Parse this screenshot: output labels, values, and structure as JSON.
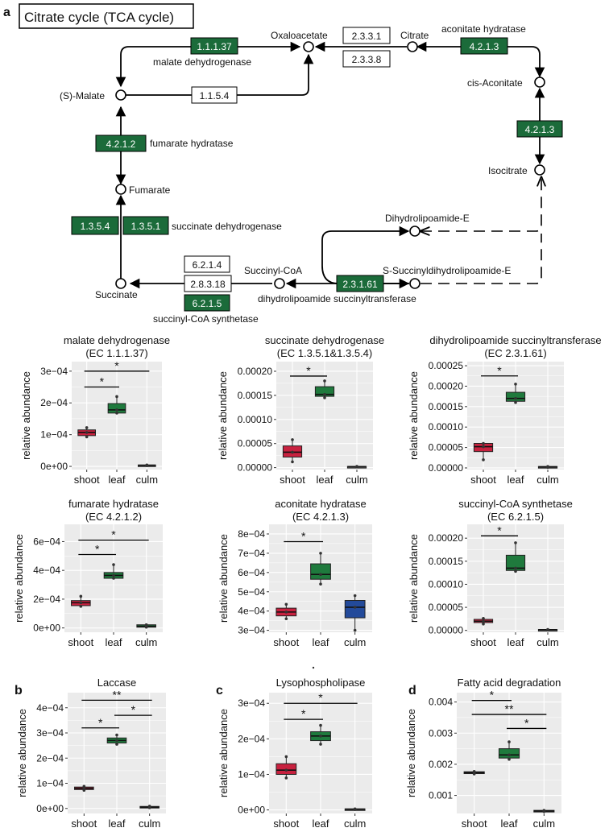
{
  "panel_letters": {
    "a": "a",
    "b": "b",
    "c": "c",
    "d": "d"
  },
  "pathway": {
    "title": "Citrate cycle (TCA cycle)",
    "compounds": {
      "oxaloacetate": "Oxaloacetate",
      "citrate": "Citrate",
      "cis_aconitate": "cis-Aconitate",
      "isocitrate": "Isocitrate",
      "malate": "(S)-Malate",
      "fumarate": "Fumarate",
      "succinate": "Succinate",
      "succinyl_coa": "Succinyl-CoA",
      "dihydrolipoamide": "Dihydrolipoamide-E",
      "s_succinyl": "S-Succinyldihydrolipoamide-E"
    },
    "ec": {
      "mdh": "1.1.1.37",
      "mqo": "1.1.5.4",
      "cs1": "2.3.3.1",
      "cs2": "2.3.3.8",
      "aco1": "4.2.1.3",
      "aco2": "4.2.1.3",
      "fum": "4.2.1.2",
      "sdh1": "1.3.5.4",
      "sdh2": "1.3.5.1",
      "scs1": "6.2.1.4",
      "scs2": "2.8.3.18",
      "scs3": "6.2.1.5",
      "dlst": "2.3.1.61"
    },
    "enzymes": {
      "mdh": "malate dehydrogenase",
      "aco": "aconitate hydratase",
      "fum": "fumarate hydratase",
      "sdh": "succinate dehydrogenase",
      "scs": "succinyl-CoA synthetase",
      "dlst": "dihydrolipoamide succinyltransferase"
    },
    "colors": {
      "highlight": "#1b6b3a",
      "plain": "#ffffff"
    }
  },
  "colors": {
    "shoot": "#c8213f",
    "leaf": "#1f7a3d",
    "culm_gray": "#777777",
    "culm_blue": "#234a9a",
    "panel_bg": "#ebebeb",
    "grid": "#ffffff"
  },
  "chart_data": [
    {
      "type": "box",
      "title": "malate dehydrogenase",
      "subtitle": "(EC 1.1.1.37)",
      "ylabel": "relative abundance",
      "categories": [
        "shoot",
        "leaf",
        "culm"
      ],
      "ylim": [
        -1e-05,
        0.00033
      ],
      "yticks": [
        0,
        0.0001,
        0.0002,
        0.0003
      ],
      "ytick_labels": [
        "0e+00",
        "1e−04",
        "2e−04",
        "3e−04"
      ],
      "boxes": [
        {
          "q1": 9.7e-05,
          "median": 0.000107,
          "q3": 0.000115,
          "min": 9.2e-05,
          "max": 0.000123,
          "color": "shoot"
        },
        {
          "q1": 0.000168,
          "median": 0.000178,
          "q3": 0.000198,
          "min": 0.000165,
          "max": 0.000222,
          "color": "leaf"
        },
        {
          "q1": 2.5e-06,
          "median": 3.5e-06,
          "q3": 4.5e-06,
          "min": 2e-06,
          "max": 5e-06,
          "color": "culm_gray"
        }
      ],
      "points": [
        [
          9.3e-05,
          0.000107,
          0.000122
        ],
        [
          0.000168,
          0.000178,
          0.00022
        ],
        [
          2.5e-06,
          3.5e-06,
          4.5e-06
        ]
      ],
      "brackets": [
        {
          "from": 0,
          "to": 1,
          "y": 0.00025,
          "label": "*"
        },
        {
          "from": 0,
          "to": 2,
          "y": 0.0003,
          "label": "*"
        }
      ]
    },
    {
      "type": "box",
      "title": "succinate dehydrogenase",
      "subtitle": "(EC 1.3.5.1&1.3.5.4)",
      "ylabel": "relative abundance",
      "categories": [
        "shoot",
        "leaf",
        "culm"
      ],
      "ylim": [
        -4e-06,
        0.00022
      ],
      "yticks": [
        0,
        5e-05,
        0.0001,
        0.00015,
        0.0002
      ],
      "ytick_labels": [
        "0.00000",
        "0.00005",
        "0.00010",
        "0.00015",
        "0.00020"
      ],
      "boxes": [
        {
          "q1": 2.2e-05,
          "median": 3.2e-05,
          "q3": 4.5e-05,
          "min": 1.2e-05,
          "max": 6e-05,
          "color": "shoot"
        },
        {
          "q1": 0.000148,
          "median": 0.000152,
          "q3": 0.000168,
          "min": 0.000145,
          "max": 0.000182,
          "color": "leaf"
        },
        {
          "q1": 1.5e-06,
          "median": 2e-06,
          "q3": 2.5e-06,
          "min": 1e-06,
          "max": 3e-06,
          "color": "culm_gray"
        }
      ],
      "points": [
        [
          1.2e-05,
          3.2e-05,
          5.8e-05
        ],
        [
          0.000145,
          0.000152,
          0.00018
        ],
        [
          1.5e-06,
          2e-06,
          2.5e-06
        ]
      ],
      "brackets": [
        {
          "from": 0,
          "to": 1,
          "y": 0.00019,
          "label": "*"
        }
      ]
    },
    {
      "type": "box",
      "title": "dihydrolipoamide succinyltransferase",
      "subtitle": "(EC 2.3.1.61)",
      "ylabel": "relative abundance",
      "categories": [
        "shoot",
        "leaf",
        "culm"
      ],
      "ylim": [
        -4e-06,
        0.00026
      ],
      "yticks": [
        0,
        5e-05,
        0.0001,
        0.00015,
        0.0002,
        0.00025
      ],
      "ytick_labels": [
        "0.00000",
        "0.00005",
        "0.00010",
        "0.00015",
        "0.00020",
        "0.00025"
      ],
      "boxes": [
        {
          "q1": 4e-05,
          "median": 5.2e-05,
          "q3": 6e-05,
          "min": 2e-05,
          "max": 6.2e-05,
          "color": "shoot"
        },
        {
          "q1": 0.000163,
          "median": 0.00017,
          "q3": 0.000185,
          "min": 0.00016,
          "max": 0.000205,
          "color": "leaf"
        },
        {
          "q1": 1.5e-06,
          "median": 2.5e-06,
          "q3": 3.5e-06,
          "min": 1e-06,
          "max": 4e-06,
          "color": "culm_gray"
        }
      ],
      "points": [
        [
          2e-05,
          5.2e-05,
          6e-05
        ],
        [
          0.00016,
          0.00017,
          0.000205
        ],
        [
          1.5e-06,
          2.5e-06,
          3.5e-06
        ]
      ],
      "brackets": [
        {
          "from": 0,
          "to": 1,
          "y": 0.000225,
          "label": "*"
        }
      ]
    },
    {
      "type": "box",
      "title": "fumarate hydratase",
      "subtitle": "(EC 4.2.1.2)",
      "ylabel": "relative abundance",
      "categories": [
        "shoot",
        "leaf",
        "culm"
      ],
      "ylim": [
        -3e-05,
        0.00072
      ],
      "yticks": [
        0,
        0.0002,
        0.0004,
        0.0006
      ],
      "ytick_labels": [
        "0e+00",
        "2e−04",
        "4e−04",
        "6e−04"
      ],
      "boxes": [
        {
          "q1": 0.000155,
          "median": 0.000175,
          "q3": 0.00019,
          "min": 0.000145,
          "max": 0.000225,
          "color": "shoot"
        },
        {
          "q1": 0.000345,
          "median": 0.000365,
          "q3": 0.000385,
          "min": 0.00034,
          "max": 0.000445,
          "color": "leaf"
        },
        {
          "q1": 5e-06,
          "median": 1.2e-05,
          "q3": 2.2e-05,
          "min": 3e-06,
          "max": 2.5e-05,
          "color": "leaf"
        }
      ],
      "points": [
        [
          0.00015,
          0.000175,
          0.00022
        ],
        [
          0.000345,
          0.000365,
          0.00044
        ],
        [
          5e-06,
          1.2e-05,
          2.2e-05
        ]
      ],
      "brackets": [
        {
          "from": 0,
          "to": 1,
          "y": 0.00051,
          "label": "*"
        },
        {
          "from": 0,
          "to": 2,
          "y": 0.00061,
          "label": "*"
        }
      ]
    },
    {
      "type": "box",
      "title": "aconitate hydratase",
      "subtitle": "(EC 4.2.1.3)",
      "ylabel": "relative abundance",
      "categories": [
        "shoot",
        "leaf",
        "culm"
      ],
      "ylim": [
        0.00029,
        0.00085
      ],
      "yticks": [
        0.0003,
        0.0004,
        0.0005,
        0.0006,
        0.0007,
        0.0008
      ],
      "ytick_labels": [
        "3e−04",
        "4e−04",
        "5e−04",
        "6e−04",
        "7e−04",
        "8e−04"
      ],
      "boxes": [
        {
          "q1": 0.000375,
          "median": 0.000395,
          "q3": 0.000415,
          "min": 0.00036,
          "max": 0.000438,
          "color": "shoot"
        },
        {
          "q1": 0.000565,
          "median": 0.00059,
          "q3": 0.000645,
          "min": 0.00054,
          "max": 0.000705,
          "color": "leaf"
        },
        {
          "q1": 0.000365,
          "median": 0.00042,
          "q3": 0.000455,
          "min": 0.0003,
          "max": 0.00048,
          "color": "culm_blue"
        }
      ],
      "points": [
        [
          0.00036,
          0.000395,
          0.000435
        ],
        [
          0.00054,
          0.00059,
          0.0007
        ],
        [
          0.0003,
          0.00042,
          0.00048
        ]
      ],
      "brackets": [
        {
          "from": 0,
          "to": 1,
          "y": 0.00076,
          "label": "*"
        }
      ]
    },
    {
      "type": "box",
      "title": "succinyl-CoA synthetase",
      "subtitle": "(EC 6.2.1.5)",
      "ylabel": "relative abundance",
      "categories": [
        "shoot",
        "leaf",
        "culm"
      ],
      "ylim": [
        -4e-06,
        0.00023
      ],
      "yticks": [
        0,
        5e-05,
        0.0001,
        0.00015,
        0.0002
      ],
      "ytick_labels": [
        "0.00000",
        "0.00005",
        "0.00010",
        "0.00015",
        "0.00020"
      ],
      "boxes": [
        {
          "q1": 1.7e-05,
          "median": 2e-05,
          "q3": 2.4e-05,
          "min": 1.4e-05,
          "max": 2.6e-05,
          "color": "shoot"
        },
        {
          "q1": 0.00013,
          "median": 0.000135,
          "q3": 0.000163,
          "min": 0.000128,
          "max": 0.000192,
          "color": "leaf"
        },
        {
          "q1": 1e-06,
          "median": 1.5e-06,
          "q3": 2e-06,
          "min": 5e-07,
          "max": 2.5e-06,
          "color": "culm_gray"
        }
      ],
      "points": [
        [
          1.4e-05,
          2e-05,
          2.6e-05
        ],
        [
          0.000128,
          0.000135,
          0.00019
        ],
        [
          1e-06,
          1.5e-06,
          2e-06
        ]
      ],
      "brackets": [
        {
          "from": 0,
          "to": 1,
          "y": 0.000205,
          "label": "*"
        }
      ]
    },
    {
      "type": "box",
      "title": "Laccase",
      "subtitle": "",
      "ylabel": "relative abundance",
      "categories": [
        "shoot",
        "leaf",
        "culm"
      ],
      "ylim": [
        -2e-05,
        0.00046
      ],
      "yticks": [
        0,
        0.0001,
        0.0002,
        0.0003,
        0.0004
      ],
      "ytick_labels": [
        "0e+00",
        "1e−04",
        "2e−04",
        "3e−04",
        "4e−04"
      ],
      "boxes": [
        {
          "q1": 7.5e-05,
          "median": 8e-05,
          "q3": 8.5e-05,
          "min": 7e-05,
          "max": 9e-05,
          "color": "shoot"
        },
        {
          "q1": 0.00026,
          "median": 0.00027,
          "q3": 0.00028,
          "min": 0.000255,
          "max": 0.000295,
          "color": "leaf"
        },
        {
          "q1": 3e-06,
          "median": 5e-06,
          "q3": 8e-06,
          "min": 2e-06,
          "max": 1e-05,
          "color": "culm_gray"
        }
      ],
      "points": [
        [
          7.2e-05,
          8e-05,
          8.8e-05
        ],
        [
          0.000255,
          0.00027,
          0.000292
        ],
        [
          3e-06,
          5e-06,
          9e-06
        ]
      ],
      "brackets": [
        {
          "from": 0,
          "to": 1,
          "y": 0.00032,
          "label": "*"
        },
        {
          "from": 1,
          "to": 2,
          "y": 0.00037,
          "label": "*"
        },
        {
          "from": 0,
          "to": 2,
          "y": 0.00043,
          "label": "**"
        }
      ]
    },
    {
      "type": "box",
      "title": "Lysophospholipase",
      "subtitle": "",
      "ylabel": "relative abundance",
      "categories": [
        "shoot",
        "leaf",
        "culm"
      ],
      "ylim": [
        -1e-05,
        0.00033
      ],
      "yticks": [
        0,
        0.0001,
        0.0002,
        0.0003
      ],
      "ytick_labels": [
        "0e+00",
        "1e−04",
        "2e−04",
        "3e−04"
      ],
      "boxes": [
        {
          "q1": 0.0001,
          "median": 0.000112,
          "q3": 0.00013,
          "min": 9e-05,
          "max": 0.000152,
          "color": "shoot"
        },
        {
          "q1": 0.000195,
          "median": 0.000208,
          "q3": 0.00022,
          "min": 0.000185,
          "max": 0.00024,
          "color": "leaf"
        },
        {
          "q1": 1e-06,
          "median": 2e-06,
          "q3": 3e-06,
          "min": 5e-07,
          "max": 3.5e-06,
          "color": "culm_gray"
        }
      ],
      "points": [
        [
          9e-05,
          0.000112,
          0.00015
        ],
        [
          0.000185,
          0.000208,
          0.000238
        ],
        [
          1e-06,
          2e-06,
          3e-06
        ]
      ],
      "brackets": [
        {
          "from": 0,
          "to": 1,
          "y": 0.000255,
          "label": "*"
        },
        {
          "from": 0,
          "to": 2,
          "y": 0.0003,
          "label": "*"
        }
      ]
    },
    {
      "type": "box",
      "title": "Fatty acid degradation",
      "subtitle": "",
      "ylabel": "relative abundance",
      "categories": [
        "shoot",
        "leaf",
        "culm"
      ],
      "ylim": [
        0.00042,
        0.0043
      ],
      "yticks": [
        0.001,
        0.002,
        0.003,
        0.004
      ],
      "ytick_labels": [
        "0.001",
        "0.002",
        "0.003",
        "0.004"
      ],
      "boxes": [
        {
          "q1": 0.0017,
          "median": 0.00173,
          "q3": 0.00176,
          "min": 0.00168,
          "max": 0.00178,
          "color": "shoot"
        },
        {
          "q1": 0.0022,
          "median": 0.0023,
          "q3": 0.0025,
          "min": 0.00215,
          "max": 0.00275,
          "color": "leaf"
        },
        {
          "q1": 0.00048,
          "median": 0.0005,
          "q3": 0.00052,
          "min": 0.00047,
          "max": 0.00053,
          "color": "culm_gray"
        }
      ],
      "points": [
        [
          0.00169,
          0.00173,
          0.00177
        ],
        [
          0.00216,
          0.0023,
          0.00272
        ],
        [
          0.00048,
          0.0005,
          0.00052
        ]
      ],
      "brackets": [
        {
          "from": 0,
          "to": 1,
          "y": 0.00405,
          "label": "*"
        },
        {
          "from": 0,
          "to": 2,
          "y": 0.0036,
          "label": "**"
        },
        {
          "from": 1,
          "to": 2,
          "y": 0.00315,
          "label": "*"
        }
      ]
    }
  ]
}
